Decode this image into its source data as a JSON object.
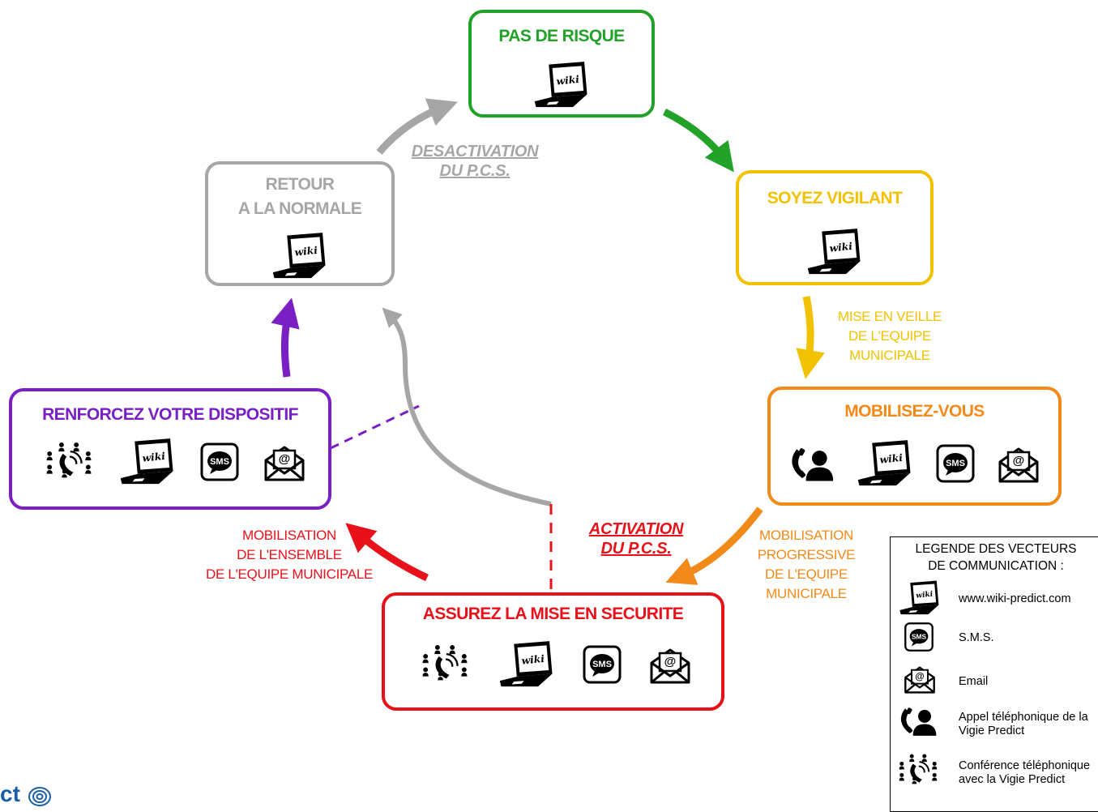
{
  "colors": {
    "green": "#22a228",
    "yellow": "#f2c200",
    "orange": "#f28a1a",
    "red": "#e8111a",
    "purple": "#7a1fc4",
    "grey": "#a6a6a6"
  },
  "stages": {
    "pas_de_risque": {
      "title": "PAS DE RISQUE",
      "icons": [
        "laptop-wiki-icon"
      ]
    },
    "soyez_vigilant": {
      "title": "SOYEZ VIGILANT",
      "icons": [
        "laptop-wiki-icon"
      ]
    },
    "mobilisez_vous": {
      "title": "MOBILISEZ-VOUS",
      "icons": [
        "phone-call-icon",
        "laptop-wiki-icon",
        "sms-icon",
        "email-icon"
      ]
    },
    "assurez": {
      "title": "ASSUREZ LA MISE EN SECURITE",
      "icons": [
        "conference-call-icon",
        "laptop-wiki-icon",
        "sms-icon",
        "email-icon"
      ]
    },
    "renforcez": {
      "title": "RENFORCEZ VOTRE DISPOSITIF",
      "icons": [
        "conference-call-icon",
        "laptop-wiki-icon",
        "sms-icon",
        "email-icon"
      ]
    },
    "retour": {
      "title_line1": "RETOUR",
      "title_line2": "A LA NORMALE",
      "icons": [
        "laptop-wiki-icon"
      ]
    }
  },
  "transitions": {
    "desactivation": {
      "line1": "DESACTIVATION",
      "line2": "DU P.C.S."
    },
    "activation": {
      "line1": "ACTIVATION",
      "line2": "DU P.C.S."
    },
    "mise_en_veille": [
      "MISE EN VEILLE",
      "DE L'EQUIPE",
      "MUNICIPALE"
    ],
    "mobilisation_progressive": [
      "MOBILISATION",
      "PROGRESSIVE",
      "DE L'EQUIPE",
      "MUNICIPALE"
    ],
    "mobilisation_ensemble": [
      "MOBILISATION",
      "DE L'ENSEMBLE",
      "DE L'EQUIPE MUNICIPALE"
    ]
  },
  "legend": {
    "title_line1": "LEGENDE DES VECTEURS",
    "title_line2": "DE COMMUNICATION :",
    "items": [
      {
        "icon": "laptop-wiki-icon",
        "line1": "www.wiki-predict.com",
        "line2": ""
      },
      {
        "icon": "sms-icon",
        "line1": "S.M.S.",
        "line2": ""
      },
      {
        "icon": "email-icon",
        "line1": "Email",
        "line2": ""
      },
      {
        "icon": "phone-call-icon",
        "line1": "Appel téléphonique de la",
        "line2": "Vigie Predict"
      },
      {
        "icon": "conference-call-icon",
        "line1": "Conférence téléphonique",
        "line2": "avec la Vigie Predict"
      }
    ]
  },
  "icon_text": {
    "wiki": "wiki",
    "sms": "SMS",
    "at": "@"
  },
  "logo": {
    "text": "ct"
  }
}
